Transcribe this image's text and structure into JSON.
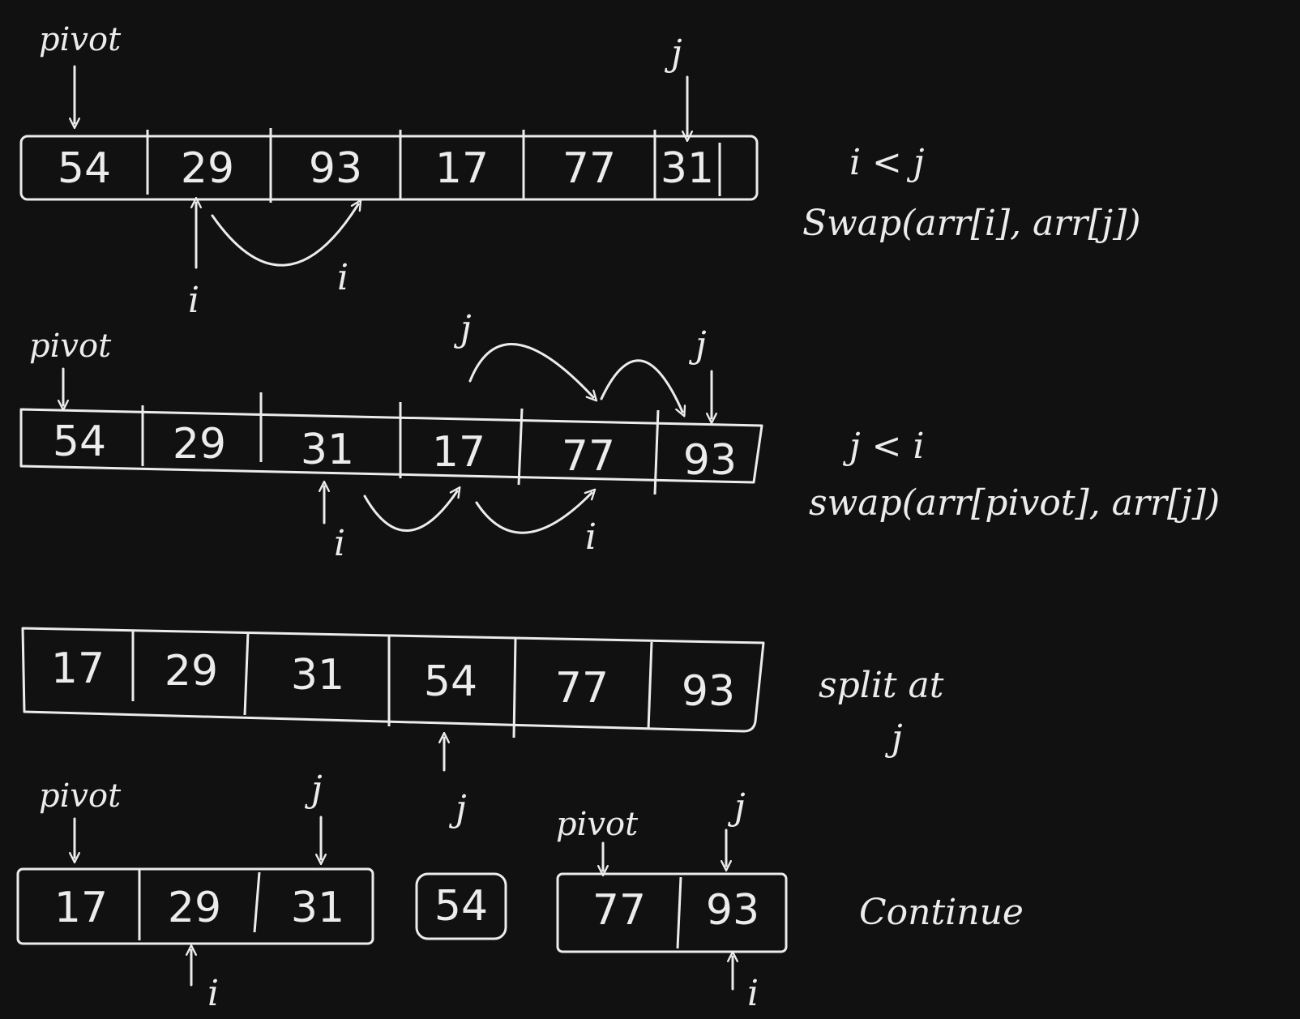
{
  "rows": [
    {
      "cells": [
        "54",
        "29",
        "93",
        "17",
        "77",
        "31"
      ],
      "pivot_label": "pivot",
      "j_label": "j",
      "i_labels": [
        "i",
        "i"
      ],
      "note_lines": [
        "i < j",
        "Swap(arr[i], arr[j])"
      ]
    },
    {
      "cells": [
        "54",
        "29",
        "31",
        "17",
        "77",
        "93"
      ],
      "pivot_label": "pivot",
      "j_labels": [
        "j",
        "j"
      ],
      "i_labels": [
        "i",
        "i"
      ],
      "note_lines": [
        "j < i",
        "swap(arr[pivot], arr[j])"
      ]
    },
    {
      "cells": [
        "17",
        "29",
        "31",
        "54",
        "77",
        "93"
      ],
      "j_label": "j",
      "note_lines": [
        "split at",
        "j"
      ]
    }
  ],
  "final": {
    "left": {
      "cells": [
        "17",
        "29",
        "31"
      ],
      "pivot_label": "pivot",
      "j_label": "j",
      "i_label": "i"
    },
    "middle": {
      "cells": [
        "54"
      ]
    },
    "right": {
      "cells": [
        "77",
        "93"
      ],
      "pivot_label": "pivot",
      "j_label": "j",
      "i_label": "i"
    },
    "note": "Continue"
  }
}
